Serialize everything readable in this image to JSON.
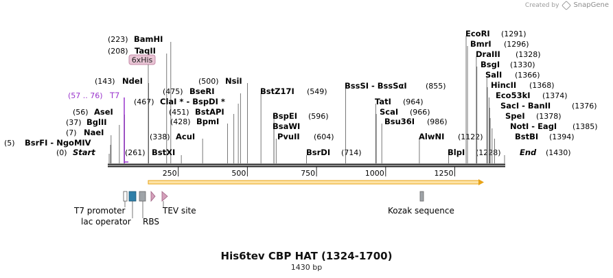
{
  "credit": {
    "prefix": "Created by",
    "brand": "SnapGene"
  },
  "map": {
    "title": "His6tev CBP HAT (1324-1700)",
    "length_label": "1430 bp",
    "total_bp": 1430
  },
  "colors": {
    "label": "#000000",
    "t7_primer": "#9933cc",
    "ruler": "#222222",
    "orf": "#e8a317",
    "tag_fill": "#e8c4d4",
    "tag_border": "#c58aa8"
  },
  "ruler_ticks": [
    {
      "pos": 250,
      "label": "250"
    },
    {
      "pos": 500,
      "label": "500"
    },
    {
      "pos": 750,
      "label": "750"
    },
    {
      "pos": 1000,
      "label": "1000"
    },
    {
      "pos": 1250,
      "label": "1250"
    }
  ],
  "sites": [
    {
      "name": "BsrFI - NgoMIV",
      "pos_label": "(5)",
      "bp": 5
    },
    {
      "name": "Start",
      "pos_label": "(0)",
      "bp": 0
    },
    {
      "name": "NaeI",
      "pos_label": "(7)",
      "bp": 7
    },
    {
      "name": "BglII",
      "pos_label": "(37)",
      "bp": 37
    },
    {
      "name": "AseI",
      "pos_label": "(56)",
      "bp": 56
    },
    {
      "name": "T7",
      "pos_label": "(57 .. 76)",
      "bp": 66
    },
    {
      "name": "NdeI",
      "pos_label": "(143)",
      "bp": 143
    },
    {
      "name": "TaqII",
      "pos_label": "(208)",
      "bp": 208
    },
    {
      "name": "BamHI",
      "pos_label": "(223)",
      "bp": 223
    },
    {
      "name": "BstXI",
      "pos_label": "(261)",
      "bp": 261
    },
    {
      "name": "AcuI",
      "pos_label": "(338)",
      "bp": 338
    },
    {
      "name": "BpmI",
      "pos_label": "(428)",
      "bp": 428
    },
    {
      "name": "BstAPI",
      "pos_label": "(451)",
      "bp": 451
    },
    {
      "name": "ClaI * - BspDI *",
      "pos_label": "(467)",
      "bp": 467
    },
    {
      "name": "BseRI",
      "pos_label": "(475)",
      "bp": 475
    },
    {
      "name": "NsiI",
      "pos_label": "(500)",
      "bp": 500
    },
    {
      "name": "BstZ17I",
      "pos_label": "(549)",
      "bp": 549
    },
    {
      "name": "BspEI",
      "pos_label": "(596)",
      "bp": 596
    },
    {
      "name": "BsaWI",
      "pos_label": "",
      "bp": 596
    },
    {
      "name": "PvuII",
      "pos_label": "(604)",
      "bp": 604
    },
    {
      "name": "BsrDI",
      "pos_label": "(714)",
      "bp": 714
    },
    {
      "name": "BssSI - BssSαI",
      "pos_label": "(855)",
      "bp": 855
    },
    {
      "name": "TatI",
      "pos_label": "(964)",
      "bp": 964
    },
    {
      "name": "ScaI",
      "pos_label": "(966)",
      "bp": 966
    },
    {
      "name": "Bsu36I",
      "pos_label": "(986)",
      "bp": 986
    },
    {
      "name": "AlwNI",
      "pos_label": "(1122)",
      "bp": 1122
    },
    {
      "name": "BlpI",
      "pos_label": "(1228)",
      "bp": 1228
    },
    {
      "name": "EcoRI",
      "pos_label": "(1291)",
      "bp": 1291
    },
    {
      "name": "BmrI",
      "pos_label": "(1296)",
      "bp": 1296
    },
    {
      "name": "DraIII",
      "pos_label": "(1328)",
      "bp": 1328
    },
    {
      "name": "BsgI",
      "pos_label": "(1330)",
      "bp": 1330
    },
    {
      "name": "SalI",
      "pos_label": "(1366)",
      "bp": 1366
    },
    {
      "name": "HincII",
      "pos_label": "(1368)",
      "bp": 1368
    },
    {
      "name": "Eco53kI",
      "pos_label": "(1374)",
      "bp": 1374
    },
    {
      "name": "SacI - BanII",
      "pos_label": "(1376)",
      "bp": 1376
    },
    {
      "name": "SpeI",
      "pos_label": "(1378)",
      "bp": 1378
    },
    {
      "name": "NotI - EagI",
      "pos_label": "(1385)",
      "bp": 1385
    },
    {
      "name": "BstBI",
      "pos_label": "(1394)",
      "bp": 1394
    },
    {
      "name": "End",
      "pos_label": "(1430)",
      "bp": 1430
    }
  ],
  "features": [
    {
      "name": "6xHis",
      "kind": "tag"
    },
    {
      "name": "T7 promoter",
      "kind": "promoter"
    },
    {
      "name": "lac operator",
      "kind": "operator"
    },
    {
      "name": "RBS",
      "kind": "rbs"
    },
    {
      "name": "TEV site",
      "kind": "protease_site"
    },
    {
      "name": "Kozak sequence",
      "kind": "kozak"
    }
  ]
}
